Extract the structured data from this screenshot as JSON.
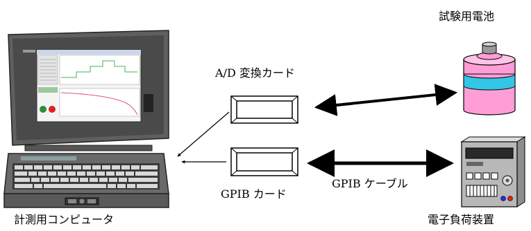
{
  "labels": {
    "battery": "試験用電池",
    "ad_card": "A/D 変換カード",
    "gpib_card": "GPIB カード",
    "gpib_cable": "GPIB ケーブル",
    "computer": "計測用コンピュータ",
    "load": "電子負荷装置"
  },
  "colors": {
    "battery_body": "#ff9ed6",
    "battery_band": "#33c6e6",
    "battery_cap": "#9a9a9a",
    "laptop_body": "#5f5f5f",
    "screen_bg": "#f4f4f4",
    "screen_plot_green": "#4caf50",
    "screen_plot_pink": "#e0528a",
    "load_body": "#b8b8b8",
    "load_led_red": "#e02020",
    "load_led_blue": "#2030e0"
  },
  "icons": [
    "laptop-icon",
    "battery-icon",
    "electronic-load-icon",
    "interface-card-icon"
  ]
}
